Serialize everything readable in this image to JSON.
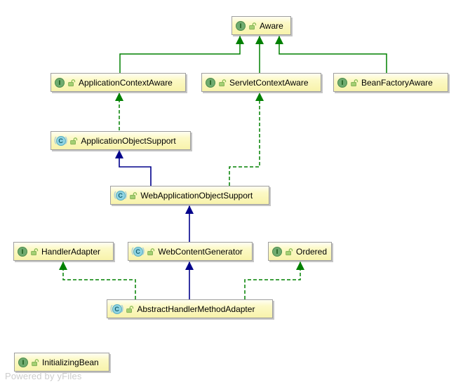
{
  "diagram": {
    "type": "uml-class-diagram",
    "watermark": "Powered by yFiles",
    "icons": {
      "interface_letter": "I",
      "class_letter": "C",
      "class_paren_open": "(",
      "class_paren_close": ")"
    },
    "colors": {
      "edge_interface_green": "#008000",
      "edge_class_navy": "#00008b",
      "node_fill": "#fbf7b5",
      "node_border": "#9f9f9f",
      "interface_icon_green": "#6fab6f",
      "class_icon_blue": "#8fd3e2",
      "lock_icon_green": "#a4cf74",
      "watermark_gray": "#cdcdcd"
    },
    "nodes": [
      {
        "id": "aware",
        "label": "Aware",
        "kind": "interface"
      },
      {
        "id": "application-context-aware",
        "label": "ApplicationContextAware",
        "kind": "interface"
      },
      {
        "id": "servlet-context-aware",
        "label": "ServletContextAware",
        "kind": "interface"
      },
      {
        "id": "bean-factory-aware",
        "label": "BeanFactoryAware",
        "kind": "interface"
      },
      {
        "id": "application-object-support",
        "label": "ApplicationObjectSupport",
        "kind": "abstract-class"
      },
      {
        "id": "web-application-object-support",
        "label": "WebApplicationObjectSupport",
        "kind": "abstract-class"
      },
      {
        "id": "handler-adapter",
        "label": "HandlerAdapter",
        "kind": "interface"
      },
      {
        "id": "web-content-generator",
        "label": "WebContentGenerator",
        "kind": "abstract-class"
      },
      {
        "id": "ordered",
        "label": "Ordered",
        "kind": "interface"
      },
      {
        "id": "abstract-handler-method-adapter",
        "label": "AbstractHandlerMethodAdapter",
        "kind": "abstract-class"
      },
      {
        "id": "initializing-bean",
        "label": "InitializingBean",
        "kind": "interface"
      }
    ],
    "edges": [
      {
        "from": "ApplicationContextAware",
        "to": "Aware",
        "relation": "extends",
        "line": "solid-green"
      },
      {
        "from": "ServletContextAware",
        "to": "Aware",
        "relation": "extends",
        "line": "solid-green"
      },
      {
        "from": "BeanFactoryAware",
        "to": "Aware",
        "relation": "extends",
        "line": "solid-green"
      },
      {
        "from": "ApplicationObjectSupport",
        "to": "ApplicationContextAware",
        "relation": "implements",
        "line": "dashed-green"
      },
      {
        "from": "WebApplicationObjectSupport",
        "to": "ApplicationObjectSupport",
        "relation": "extends",
        "line": "solid-navy"
      },
      {
        "from": "WebApplicationObjectSupport",
        "to": "ServletContextAware",
        "relation": "implements",
        "line": "dashed-green"
      },
      {
        "from": "WebContentGenerator",
        "to": "WebApplicationObjectSupport",
        "relation": "extends",
        "line": "solid-navy"
      },
      {
        "from": "AbstractHandlerMethodAdapter",
        "to": "HandlerAdapter",
        "relation": "implements",
        "line": "dashed-green"
      },
      {
        "from": "AbstractHandlerMethodAdapter",
        "to": "WebContentGenerator",
        "relation": "extends",
        "line": "solid-navy"
      },
      {
        "from": "AbstractHandlerMethodAdapter",
        "to": "Ordered",
        "relation": "implements",
        "line": "dashed-green"
      }
    ]
  }
}
